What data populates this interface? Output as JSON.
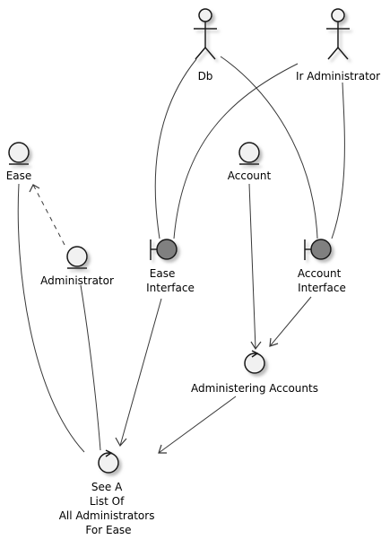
{
  "nodes": {
    "db": {
      "label": [
        "Db"
      ],
      "kind": "actor"
    },
    "ir_admin": {
      "label": [
        "Ir Administrator"
      ],
      "kind": "actor"
    },
    "ease_entity": {
      "label": [
        "Ease"
      ],
      "kind": "entity"
    },
    "account_entity": {
      "label": [
        "Account"
      ],
      "kind": "entity"
    },
    "administrator_entity": {
      "label": [
        "Administrator"
      ],
      "kind": "entity"
    },
    "ease_interface": {
      "label": [
        "Ease",
        "Interface"
      ],
      "kind": "boundary"
    },
    "account_interface": {
      "label": [
        "Account",
        "Interface"
      ],
      "kind": "boundary"
    },
    "administering_accounts": {
      "label": [
        "Administering Accounts"
      ],
      "kind": "control"
    },
    "see_list": {
      "label": [
        "See A",
        "List Of",
        "All Administrators",
        "For Ease"
      ],
      "kind": "control"
    }
  },
  "edges": [
    {
      "from": "db",
      "to": "ease_interface",
      "style": "solid",
      "arrow": false
    },
    {
      "from": "db",
      "to": "account_interface",
      "style": "solid",
      "arrow": false
    },
    {
      "from": "ir_admin",
      "to": "ease_interface",
      "style": "solid",
      "arrow": false
    },
    {
      "from": "ir_admin",
      "to": "account_interface",
      "style": "solid",
      "arrow": false
    },
    {
      "from": "administrator_entity",
      "to": "ease_entity",
      "style": "dashed",
      "arrow": true
    },
    {
      "from": "ease_entity",
      "to": "see_list",
      "style": "solid",
      "arrow": false
    },
    {
      "from": "administrator_entity",
      "to": "see_list",
      "style": "solid",
      "arrow": false
    },
    {
      "from": "ease_interface",
      "to": "see_list",
      "style": "solid",
      "arrow": true
    },
    {
      "from": "account_entity",
      "to": "administering_accounts",
      "style": "solid",
      "arrow": true
    },
    {
      "from": "account_interface",
      "to": "administering_accounts",
      "style": "solid",
      "arrow": true
    },
    {
      "from": "administering_accounts",
      "to": "see_list",
      "style": "solid",
      "arrow": true
    }
  ],
  "colors": {
    "fill": "#f1f1f1",
    "boundary_fill": "#808080",
    "stroke": "#181818",
    "edge": "#383838",
    "shadow": "#c8c8c8",
    "text": "#000000"
  }
}
